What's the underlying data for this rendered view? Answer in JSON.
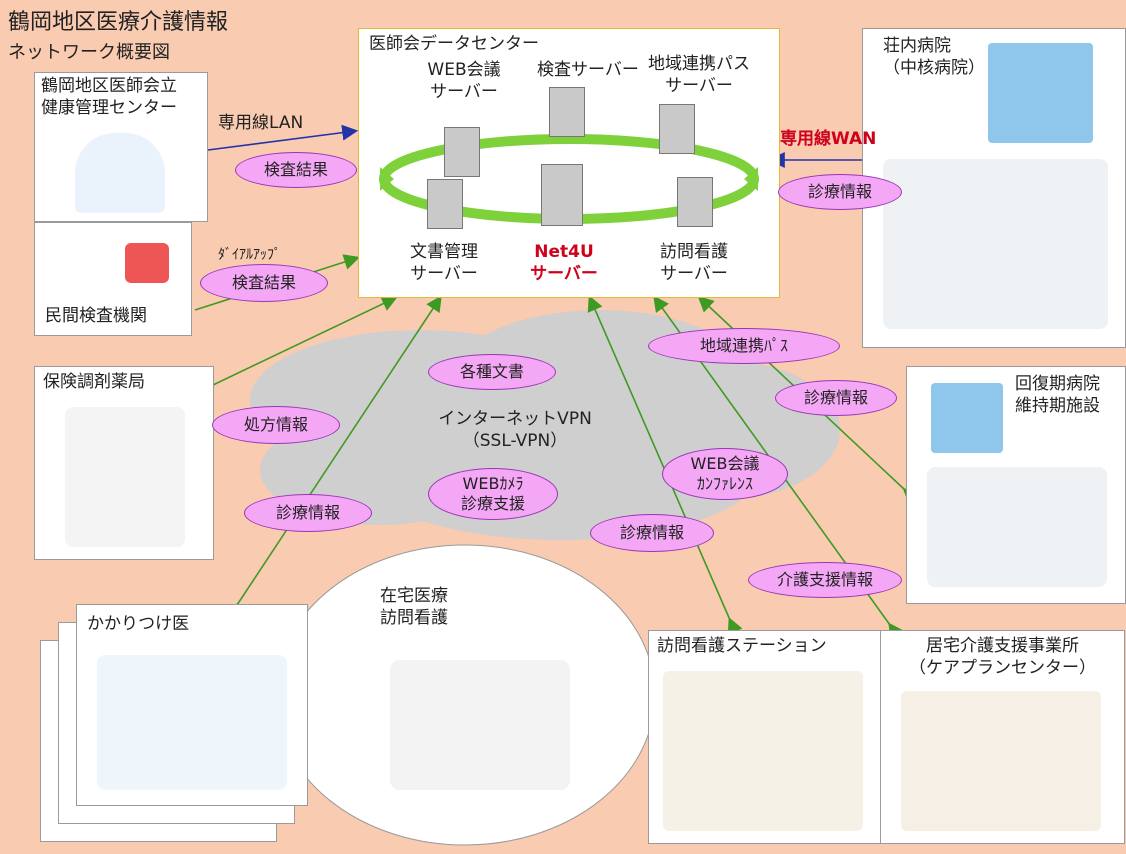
{
  "title": {
    "line1": "鶴岡地区医療介護情報",
    "line2": "ネットワーク概要図"
  },
  "center": {
    "title": "医師会データセンター",
    "servers": [
      {
        "name": "WEB会議\nサーバー"
      },
      {
        "name": "検査サーバー"
      },
      {
        "name": "地域連携パス\nサーバー"
      },
      {
        "name": "文書管理\nサーバー"
      },
      {
        "name": "Net4U\nサーバー"
      },
      {
        "name": "訪問看護\nサーバー"
      }
    ]
  },
  "nodes": {
    "health_center": "鶴岡地区医師会立\n健康管理センター",
    "private_lab": "民間検査機関",
    "pharmacy": "保険調剤薬局",
    "family_doctor": "かかりつけ医",
    "home_care": "在宅医療\n訪問看護",
    "visiting_station": "訪問看護ステーション",
    "care_office": "居宅介護支援事業所\n（ケアプランセンター）",
    "shonai_hospital": "荘内病院\n（中核病院）",
    "recovery_hospital": "回復期病院\n維持期施設"
  },
  "links": {
    "lan": "専用線LAN",
    "wan": "専用線WAN",
    "dialup": "ﾀﾞｲｱﾙｱｯﾌﾟ"
  },
  "vpn": {
    "line1": "インターネットVPN",
    "line2": "（SSL-VPN）"
  },
  "pills": {
    "kensa1": "検査結果",
    "kensa2": "検査結果",
    "shinryo_shonai": "診療情報",
    "chiiki_path": "地域連携ﾊﾟｽ",
    "shinryo_recovery": "診療情報",
    "kakushu": "各種文書",
    "shoho": "処方情報",
    "webcam": "WEBｶﾒﾗ\n診療支援",
    "webconf": "WEB会議\nｶﾝﾌｧﾚﾝｽ",
    "shinryo_doctor": "診療情報",
    "shinryo_station": "診療情報",
    "kaigo": "介護支援情報"
  },
  "colors": {
    "background": "#f9cbb0",
    "pill": "#f4a7f5",
    "pill_border": "#9b36b8",
    "arrow_green": "#3f9a24",
    "arrow_blue": "#2233aa",
    "accent_red": "#d0021b"
  }
}
